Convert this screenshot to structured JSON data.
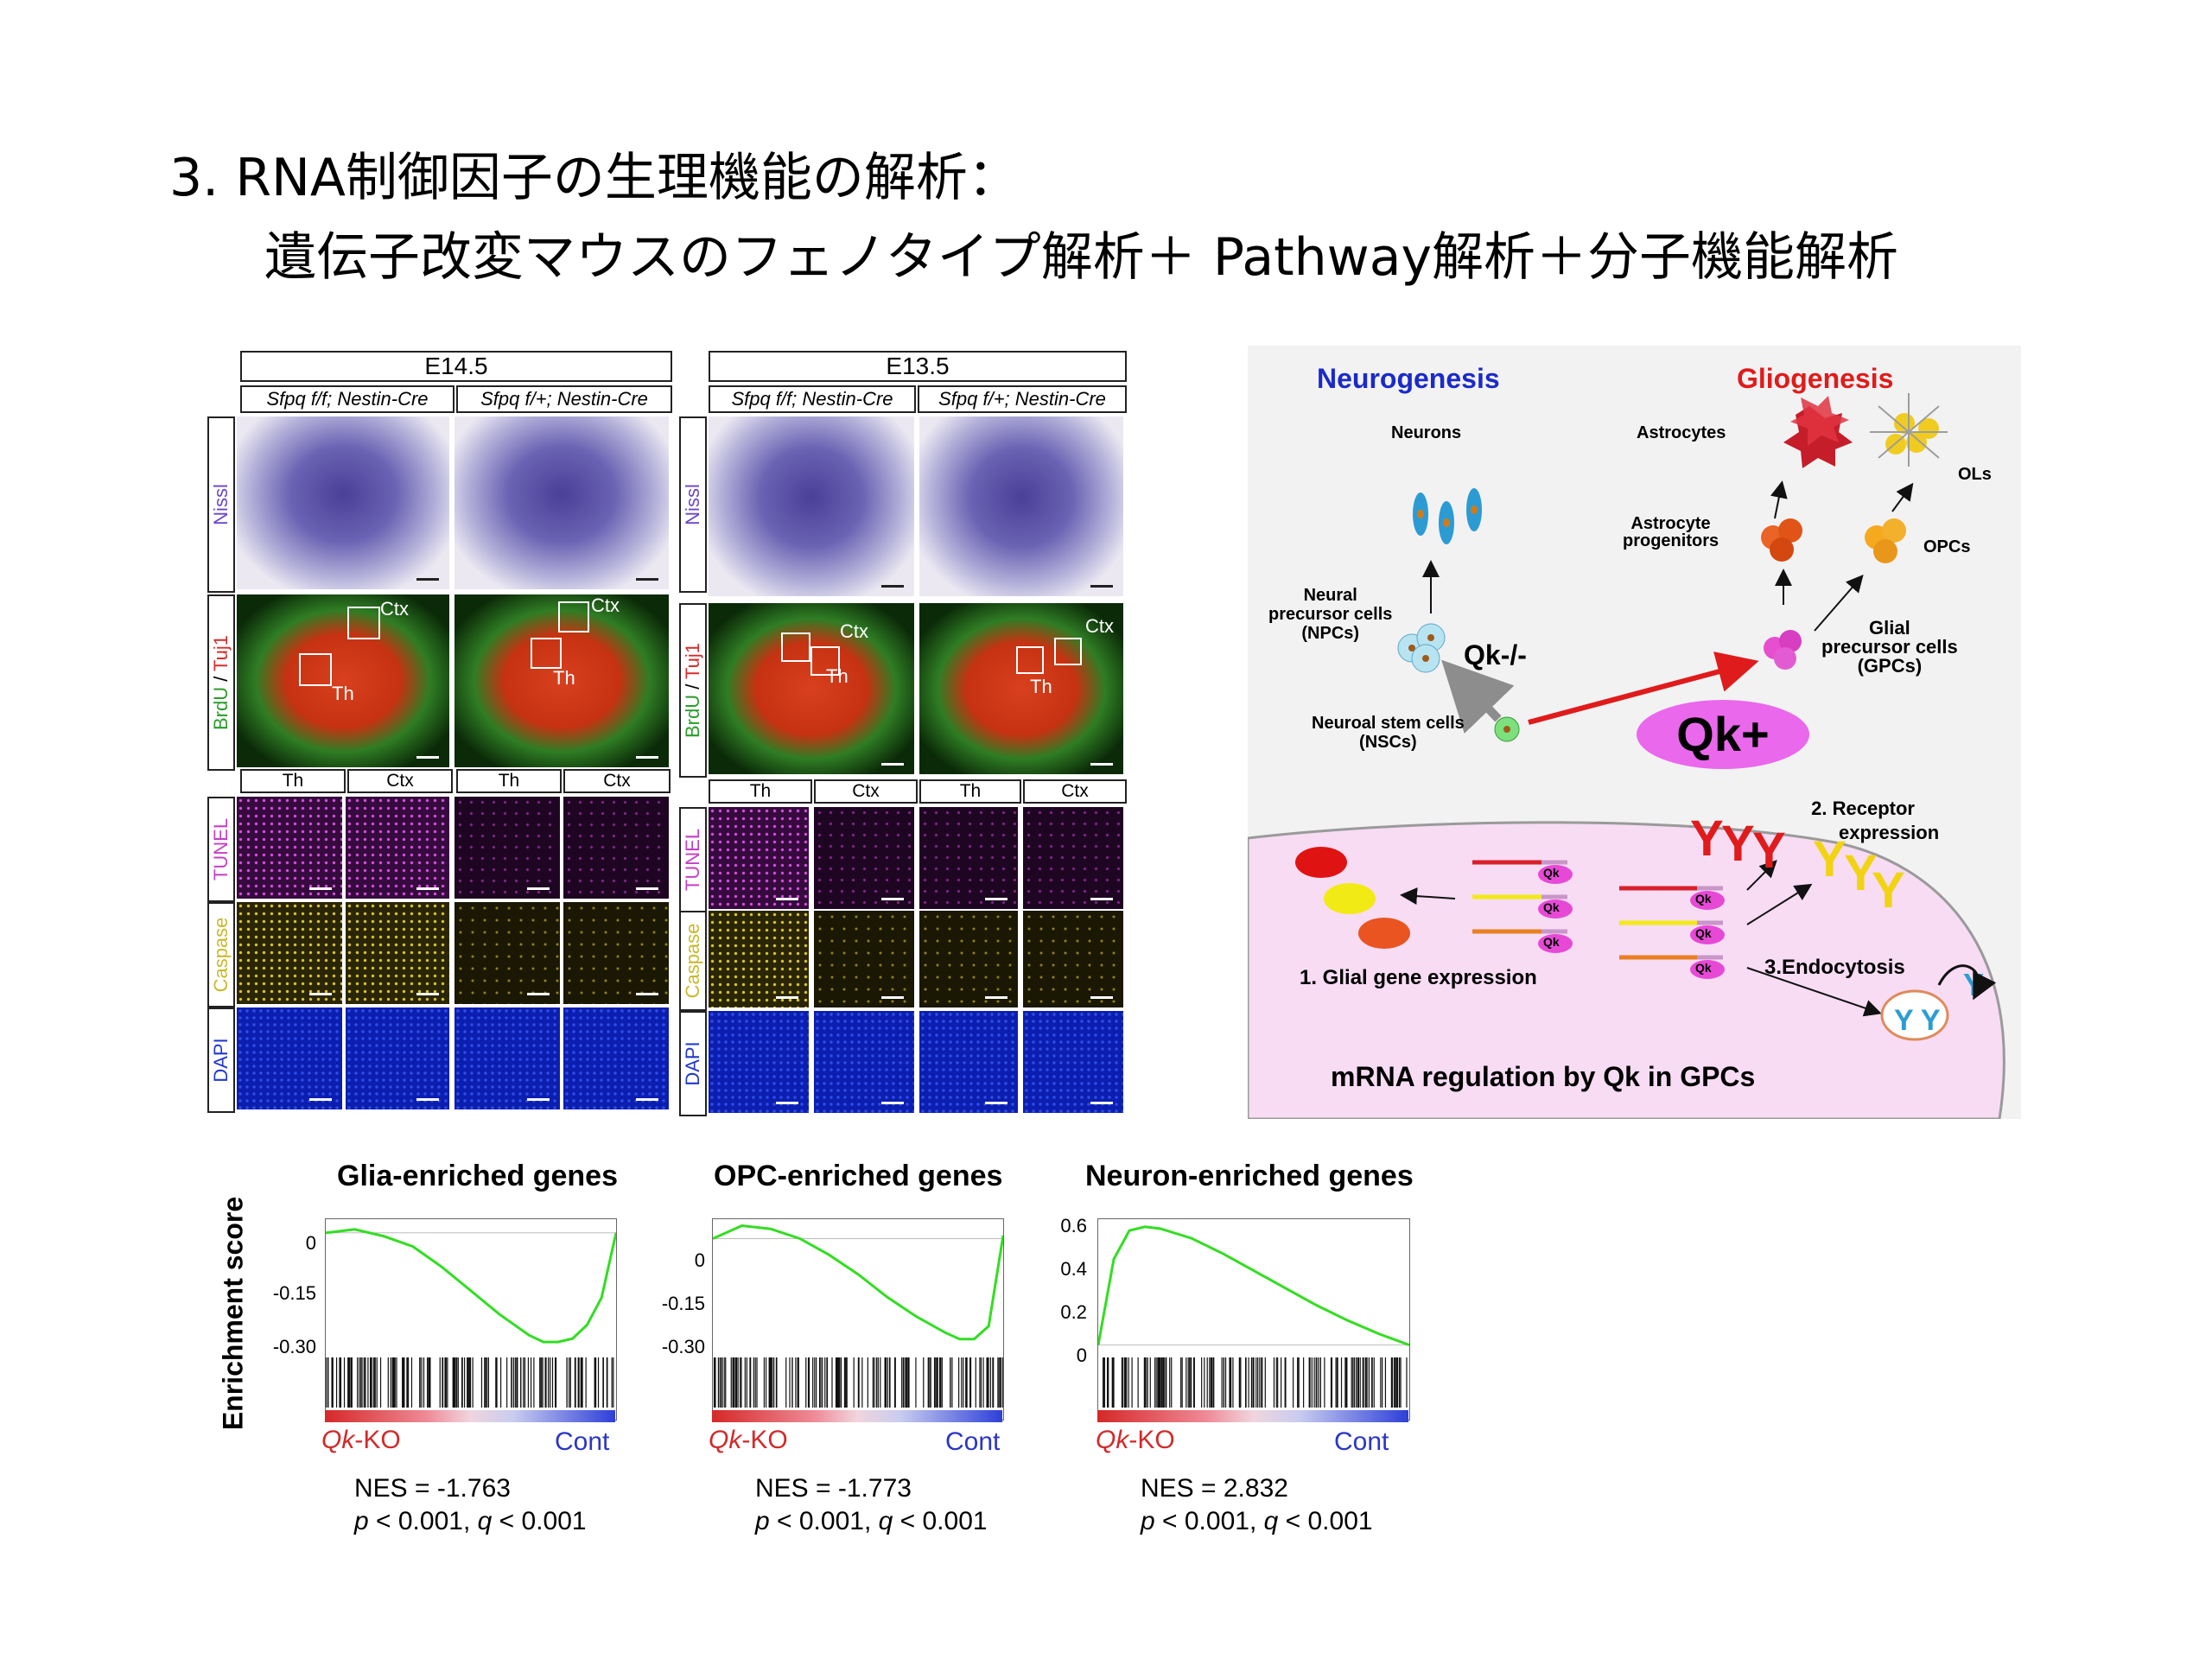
{
  "title": {
    "line1": "3. RNA制御因子の生理機能の解析：",
    "line2": "遺伝子改変マウスのフェノタイプ解析＋ Pathway解析＋分子機能解析"
  },
  "histology": {
    "left": {
      "stage": "E14.5",
      "geno1": "Sfpq f/f; Nestin-Cre",
      "geno2": "Sfpq f/+; Nestin-Cre"
    },
    "right": {
      "stage": "E13.5",
      "geno1": "Sfpq f/f; Nestin-Cre",
      "geno2": "Sfpq f/+; Nestin-Cre"
    },
    "rows": {
      "nissl": "Nissl",
      "brdu": "BrdU",
      "tuj1": "Tuj1",
      "slash": " / ",
      "tunel": "TUNEL",
      "caspase": "Caspase",
      "dapi": "DAPI"
    },
    "regions": {
      "th": "Th",
      "ctx": "Ctx"
    },
    "colors": {
      "nissl": "#6b46c8",
      "brdu": "#2a9d2a",
      "tuj1": "#d62d2d",
      "tunel": "#c43fc4",
      "caspase": "#c9b82a",
      "dapi": "#2137d0"
    }
  },
  "diagram": {
    "neurogenesis": "Neurogenesis",
    "gliogenesis": "Gliogenesis",
    "neurons": "Neurons",
    "astrocytes": "Astrocytes",
    "ols": "OLs",
    "astro_prog_1": "Astrocyte",
    "astro_prog_2": "progenitors",
    "opcs": "OPCs",
    "npc_1": "Neural",
    "npc_2": "precursor cells",
    "npc_3": "(NPCs)",
    "gpc_1": "Glial",
    "gpc_2": "precursor cells",
    "gpc_3": "(GPCs)",
    "qk_minus": "Qk-/-",
    "qk_plus": "Qk+",
    "nsc_1": "Neuroal stem cells",
    "nsc_2": "(NSCs)",
    "qk": "Qk",
    "receptor_1": "2. Receptor",
    "receptor_2": "expression",
    "glial_expr": "1. Glial gene expression",
    "endocytosis": "3.Endocytosis",
    "caption": "mRNA regulation by Qk in GPCs",
    "colors": {
      "neuro": "#1b2ac9",
      "glio": "#e01b1b",
      "qk_plus_bg": "#ea68ec",
      "cell_bg": "#f7dcf4"
    }
  },
  "gsea": {
    "ylabel": "Enrichment score",
    "ko_prefix": "Qk",
    "ko_suffix": "-KO",
    "cont": "Cont",
    "p_label": "p",
    "q_label": "q",
    "plots": [
      {
        "title": "Glia-enriched genes",
        "ticks": [
          "0",
          "-0.15",
          "-0.30"
        ],
        "nes": "NES = -1.763",
        "p": " < 0.001, ",
        "q": " < 0.001"
      },
      {
        "title": "OPC-enriched genes",
        "ticks": [
          "0",
          "-0.15",
          "-0.30"
        ],
        "nes": "NES = -1.773",
        "p": " < 0.001, ",
        "q": " < 0.001"
      },
      {
        "title": "Neuron-enriched genes",
        "ticks": [
          "0.6",
          "0.4",
          "0.2",
          "0"
        ],
        "nes": "NES = 2.832",
        "p": " < 0.001, ",
        "q": " < 0.001"
      }
    ]
  },
  "chart_data": [
    {
      "type": "line",
      "title": "Glia-enriched genes",
      "ylabel": "Enrichment score",
      "ylim": [
        -0.34,
        0.04
      ],
      "x": [
        0,
        0.1,
        0.2,
        0.3,
        0.4,
        0.5,
        0.6,
        0.7,
        0.75,
        0.8,
        0.85,
        0.9,
        0.95,
        1.0
      ],
      "series": [
        {
          "values": [
            0,
            0.01,
            -0.01,
            -0.04,
            -0.1,
            -0.17,
            -0.24,
            -0.3,
            -0.32,
            -0.32,
            -0.31,
            -0.27,
            -0.19,
            0
          ]
        }
      ]
    },
    {
      "type": "line",
      "title": "OPC-enriched genes",
      "ylabel": "Enrichment score",
      "ylim": [
        -0.34,
        0.06
      ],
      "x": [
        0,
        0.1,
        0.2,
        0.3,
        0.4,
        0.5,
        0.6,
        0.7,
        0.8,
        0.85,
        0.9,
        0.95,
        1.0
      ],
      "series": [
        {
          "values": [
            0,
            0.04,
            0.03,
            0.0,
            -0.05,
            -0.11,
            -0.18,
            -0.24,
            -0.29,
            -0.31,
            -0.31,
            -0.27,
            0.01
          ]
        }
      ]
    },
    {
      "type": "line",
      "title": "Neuron-enriched genes",
      "ylabel": "Enrichment score",
      "ylim": [
        -0.02,
        0.66
      ],
      "x": [
        0,
        0.05,
        0.1,
        0.15,
        0.2,
        0.3,
        0.4,
        0.5,
        0.6,
        0.7,
        0.8,
        0.9,
        1.0
      ],
      "series": [
        {
          "values": [
            0,
            0.45,
            0.6,
            0.62,
            0.61,
            0.56,
            0.48,
            0.39,
            0.3,
            0.21,
            0.13,
            0.06,
            0.0
          ]
        }
      ]
    }
  ]
}
